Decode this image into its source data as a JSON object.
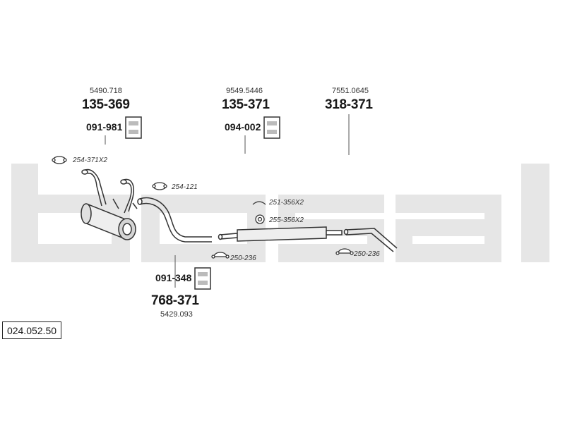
{
  "watermark": {
    "text": "bosal",
    "color": "#e6e6e6"
  },
  "diagram_number": "024.052.50",
  "groups": [
    {
      "ref": "5490.718",
      "part": "135-369",
      "mount": "091-981"
    },
    {
      "ref": "9549.5446",
      "part": "135-371",
      "mount": "094-002"
    },
    {
      "ref": "7551.0645",
      "part": "318-371"
    },
    {
      "ref": "5429.093",
      "part": "768-371",
      "mount": "091-348"
    }
  ],
  "clamps": [
    "254-371X2",
    "254-121",
    "251-356X2",
    "255-356X2",
    "250-236",
    "250-236"
  ],
  "parts": [
    "manifold-pipe",
    "front-muffler",
    "front-pipe",
    "middle-silencer",
    "tail-pipe"
  ],
  "colors": {
    "line": "#444444",
    "fill_light": "#f2f2f2",
    "fill_mid": "#d9d9d9"
  }
}
